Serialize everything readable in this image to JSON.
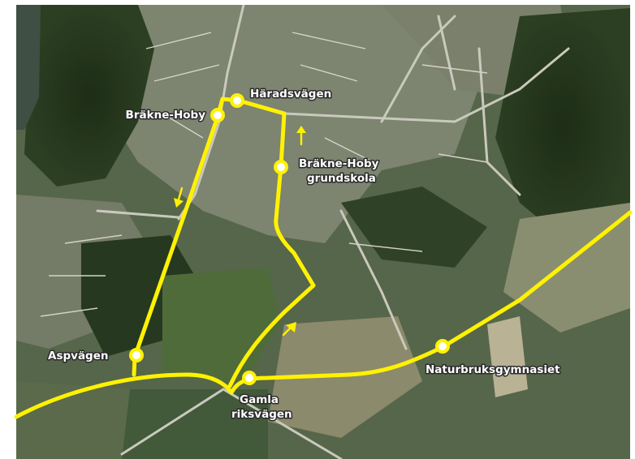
{
  "map": {
    "route_color": "#fff200",
    "stop_fill": "#ffffff",
    "label_text_color": "#ffffff",
    "label_outline_color": "#2b2b2b",
    "stops": [
      {
        "id": "haradsvagen",
        "lines": [
          "Häradsvägen"
        ]
      },
      {
        "id": "brakne-hoby",
        "lines": [
          "Bräkne-Hoby"
        ]
      },
      {
        "id": "grundskola",
        "lines": [
          "Bräkne-Hoby",
          "grundskola"
        ]
      },
      {
        "id": "aspvagen",
        "lines": [
          "Aspvägen"
        ]
      },
      {
        "id": "gamla-riksvagen",
        "lines": [
          "Gamla",
          "riksvägen"
        ]
      },
      {
        "id": "naturbruksgymnasiet",
        "lines": [
          "Naturbruksgymnasiet"
        ]
      }
    ],
    "direction_arrows": [
      "north",
      "south",
      "northeast"
    ]
  }
}
